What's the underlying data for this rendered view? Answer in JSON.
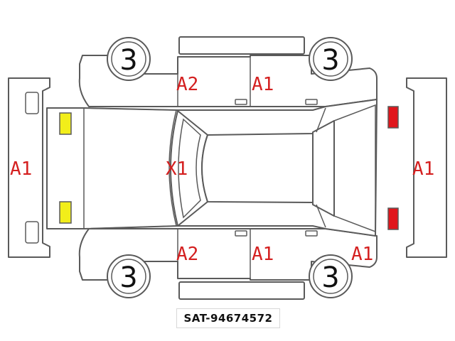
{
  "colors": {
    "code": "#d42020",
    "yellow_marker": "#f2ee1a",
    "red_marker": "#e0161c",
    "outline": "#5a5a5a"
  },
  "wheels": [
    {
      "id": "front-left-top",
      "label": "3"
    },
    {
      "id": "rear-top",
      "label": "3"
    },
    {
      "id": "front-bottom",
      "label": "3"
    },
    {
      "id": "rear-bottom",
      "label": "3"
    }
  ],
  "codes": {
    "front_panel": "A1",
    "left_front_door_top": "A2",
    "left_rear_door_top": "A1",
    "roof": "X1",
    "rear_panel": "A1",
    "right_front_door_bottom": "A2",
    "right_rear_door_bottom": "A1",
    "rear_quarter_bottom": "A1"
  },
  "markers": [
    {
      "id": "headlight-top",
      "color": "yellow"
    },
    {
      "id": "headlight-bottom",
      "color": "yellow"
    },
    {
      "id": "taillight-top",
      "color": "red"
    },
    {
      "id": "taillight-bottom",
      "color": "red"
    }
  ],
  "stock_number": "SAT-94674572"
}
